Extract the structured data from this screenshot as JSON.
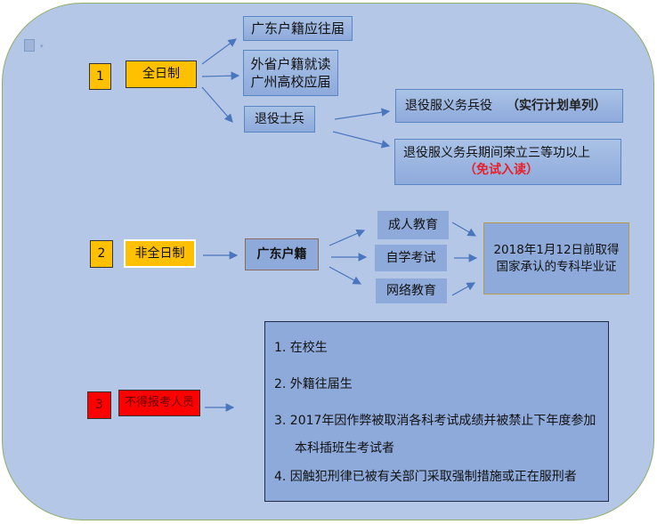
{
  "row1": {
    "num": "1",
    "label": "全日制",
    "targets": [
      "广东户籍应往届",
      "外省户籍就读",
      "广州高校应届",
      "退役士兵"
    ],
    "sub1_main": "退役服义务兵役",
    "sub1_note": "（实行计划单列）",
    "sub2_main": "退役服义务兵期间荣立三等功以上",
    "sub2_note": "（免试入读）"
  },
  "row2": {
    "num": "2",
    "label": "非全日制",
    "hukou": "广东户籍",
    "paths": [
      "成人教育",
      "自学考试",
      "网络教育"
    ],
    "result_line1": "2018年1月12日前取得",
    "result_line2": "国家承认的专科毕业证"
  },
  "row3": {
    "num": "3",
    "label": "不得报考人员",
    "items": [
      "1.  在校生",
      "2.  外籍往届生",
      "3.  2017年因作弊被取消各科考试成绩并被禁止下年度参加",
      "本科插班生考试者",
      "4.  因触犯刑律已被有关部门采取强制措施或正在服刑者"
    ]
  },
  "colors": {
    "orange": "#ffc000",
    "red": "#ff0000",
    "blue": "#8eaadb",
    "background": "#b4c7e7"
  }
}
